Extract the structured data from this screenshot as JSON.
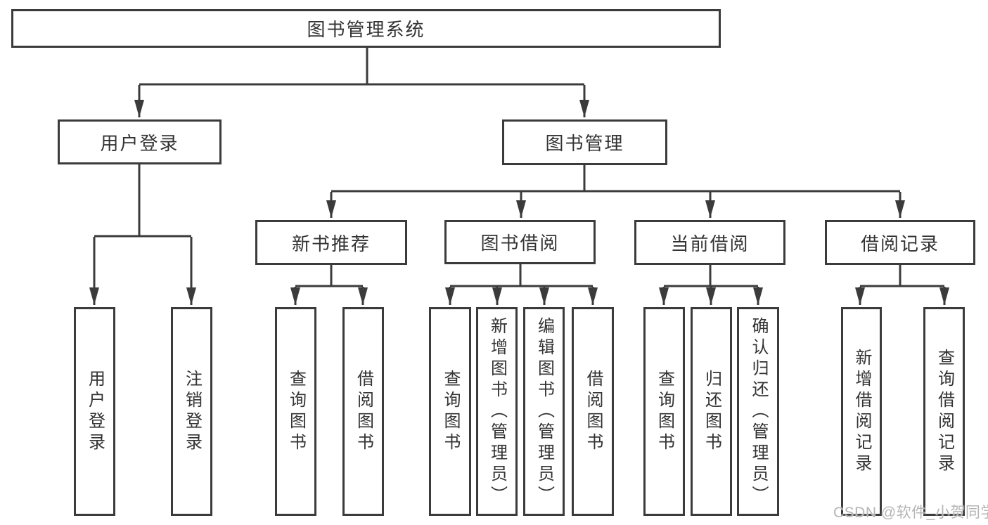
{
  "diagram": {
    "root": {
      "label": "图书管理系统"
    },
    "branches": {
      "user_login": {
        "label": "用户登录",
        "children": {
          "login": {
            "label": "用户登录"
          },
          "logout": {
            "label": "注销登录"
          }
        }
      },
      "book_management": {
        "label": "图书管理",
        "sections": {
          "new_book_recommend": {
            "label": "新书推荐",
            "children": {
              "query_book": {
                "label": "查询图书"
              },
              "borrow_book": {
                "label": "借阅图书"
              }
            }
          },
          "book_borrow": {
            "label": "图书借阅",
            "children": {
              "query_book": {
                "label": "查询图书"
              },
              "add_book": {
                "label": "新增图书（管理员）"
              },
              "edit_book": {
                "label": "编辑图书（管理员）"
              },
              "borrow_book": {
                "label": "借阅图书"
              }
            }
          },
          "current_borrow": {
            "label": "当前借阅",
            "children": {
              "query_book": {
                "label": "查询图书"
              },
              "return_book": {
                "label": "归还图书"
              },
              "confirm_return": {
                "label": "确认归还（管理员）"
              }
            }
          },
          "borrow_record": {
            "label": "借阅记录",
            "children": {
              "add_record": {
                "label": "新增借阅记录"
              },
              "query_record": {
                "label": "查询借阅记录"
              }
            }
          }
        }
      }
    }
  },
  "watermark": {
    "text": "CSDN @软件_小贺同学"
  },
  "colors": {
    "line": "#3b3b3b",
    "text": "#333333",
    "watermark": "#b5b5b5",
    "background": "#ffffff"
  }
}
